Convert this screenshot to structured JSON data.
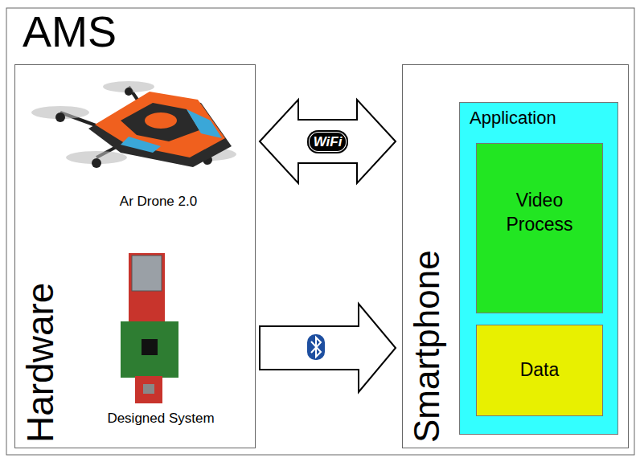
{
  "diagram": {
    "title": "AMS",
    "nodes": [
      {
        "text": [
          "Hardware"
        ]
      },
      {
        "text": [
          "Smartphone"
        ]
      },
      {
        "text": [
          "Application"
        ],
        "in": 1
      },
      {
        "text": [
          "Video Process"
        ],
        "in": 2
      },
      {
        "text": [
          "Data"
        ],
        "in": 2
      }
    ],
    "edges": [
      {
        "from": 0,
        "to": 1,
        "arrow": "both",
        "label": "WiFi"
      },
      {
        "from": 0,
        "to": 1,
        "arrow": "to"
      }
    ],
    "labels": [
      "Ar Drone 2.0",
      "Designed System"
    ]
  }
}
